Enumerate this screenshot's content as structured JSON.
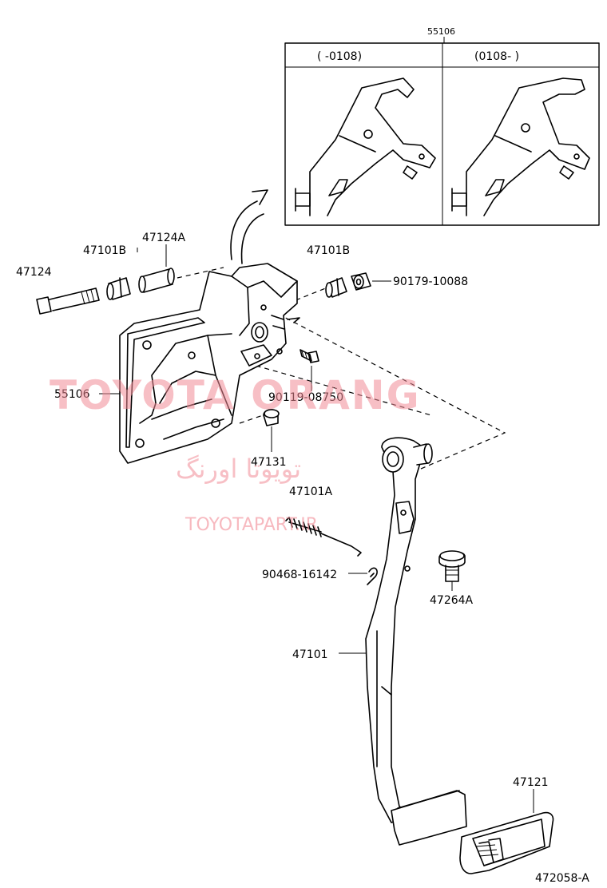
{
  "diagram": {
    "inset": {
      "part_number": "55106",
      "left_header": "(        -0108)",
      "right_header": "(0108-        )"
    },
    "labels": {
      "p47124": "47124",
      "p47101B_left": "47101B",
      "p47124A": "47124A",
      "p47101B_right": "47101B",
      "p90179": "90179-10088",
      "p55106": "55106",
      "p90119": "90119-08750",
      "p47131": "47131",
      "p47101A": "47101A",
      "p90468": "90468-16142",
      "p47264A": "47264A",
      "p47101": "47101",
      "p47121": "47121",
      "drawing_no": "472058-A"
    },
    "watermark": {
      "brand": "TOYOTA ORANG",
      "persian": "تویوتا اورنگ",
      "url": "TOYOTAPART.IR"
    }
  }
}
